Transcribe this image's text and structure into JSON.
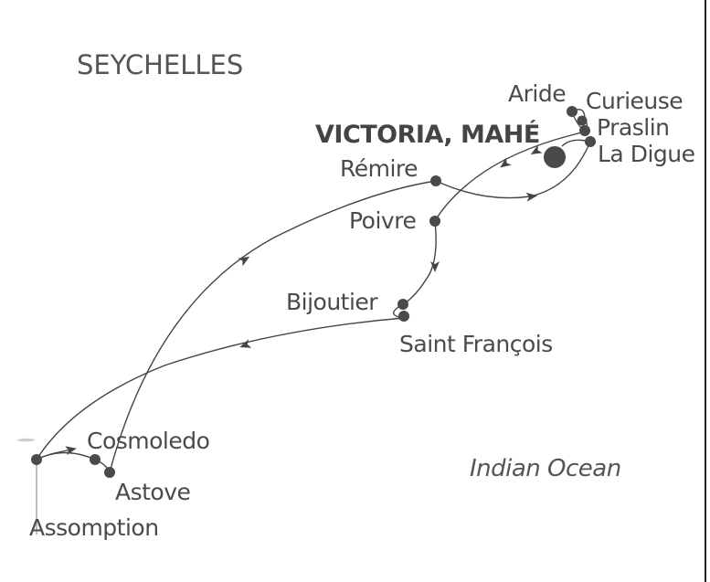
{
  "map": {
    "title": "SEYCHELLES",
    "ocean_label": "Indian Ocean",
    "capital": {
      "name": "VICTORIA, MAHÉ"
    },
    "stops": [
      {
        "id": "aride",
        "name": "Aride"
      },
      {
        "id": "curieuse",
        "name": "Curieuse"
      },
      {
        "id": "praslin",
        "name": "Praslin"
      },
      {
        "id": "la-digue",
        "name": "La Digue"
      },
      {
        "id": "remire",
        "name": "Rémire"
      },
      {
        "id": "poivre",
        "name": "Poivre"
      },
      {
        "id": "bijoutier",
        "name": "Bijoutier"
      },
      {
        "id": "saint-francois",
        "name": "Saint François"
      },
      {
        "id": "cosmoledo",
        "name": "Cosmoledo"
      },
      {
        "id": "astove",
        "name": "Astove"
      },
      {
        "id": "assomption",
        "name": "Assomption"
      }
    ],
    "colors": {
      "route": "#444444",
      "marker": "#4a4a4a",
      "text": "#4a4a4a"
    }
  }
}
